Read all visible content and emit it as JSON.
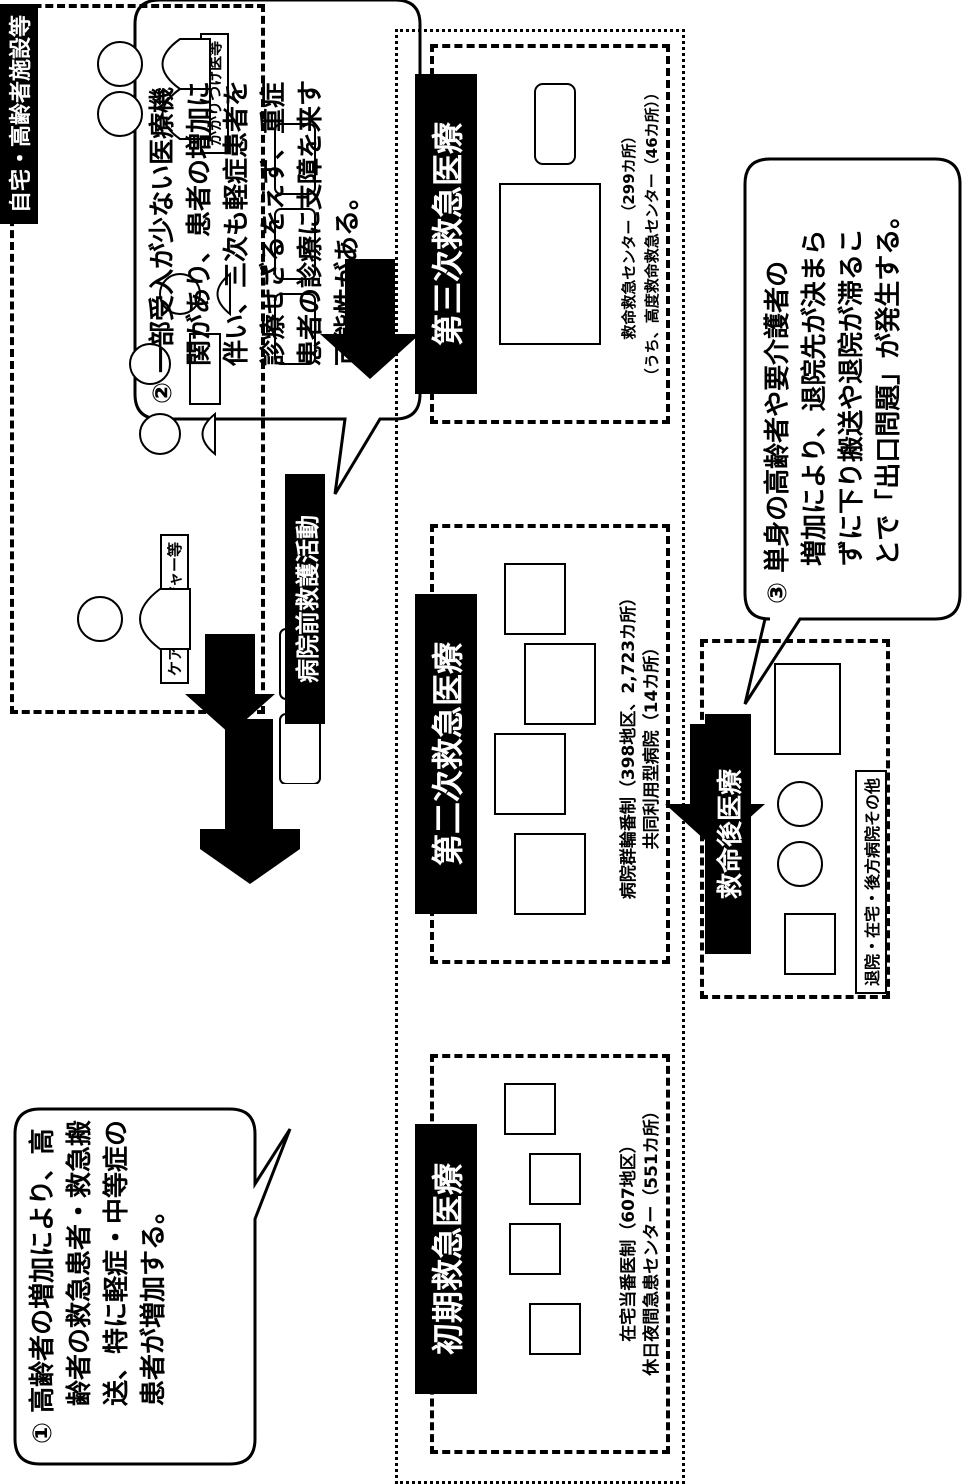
{
  "top_group": {
    "title": "自宅・高齢者施設等",
    "tags": {
      "caremanager": "ケアマネージャー等",
      "doctor": "かかりつけ医等"
    }
  },
  "prehospital": {
    "label": "病院前救護活動"
  },
  "tiers": [
    {
      "id": "primary",
      "title": "初期救急医療",
      "caption_line1": "在宅当番医制（607地区）",
      "caption_line2": "休日夜間急患センター（551カ所）"
    },
    {
      "id": "secondary",
      "title": "第二次救急医療",
      "caption_line1": "病院群輪番制（398地区、2,723カ所）",
      "caption_line2": "共同利用型病院（14カ所）"
    },
    {
      "id": "tertiary",
      "title": "第三次救急医療",
      "caption_line1": "救命救急センター（299カ所）",
      "caption_line2": "（うち、高度救命救急センター（46カ所））"
    }
  ],
  "post": {
    "label": "救命後医療",
    "caption": "退院・在宅・後方病院その他"
  },
  "bubbles": [
    {
      "id": "b1",
      "number": "①",
      "lines": [
        "高齢者の増加により、高",
        "齢者の救急患者・救急搬",
        "送、特に軽症・中等症の",
        "患者が増加する。"
      ]
    },
    {
      "id": "b2",
      "number": "②",
      "lines": [
        "一部受入が少ない医療機",
        "関があり、患者の増加に",
        "伴い、三次も軽症患者を",
        "診療せざるをえず、重症",
        "患者の診療に支障を来す",
        "可能性がある。"
      ]
    },
    {
      "id": "b3",
      "number": "③",
      "lines": [
        "単身の高齢者や要介護者の",
        "増加により、退院先が決まら",
        "ずに下り搬送や退院が滞るこ",
        "とで「出口問題」が発生する。"
      ]
    }
  ]
}
